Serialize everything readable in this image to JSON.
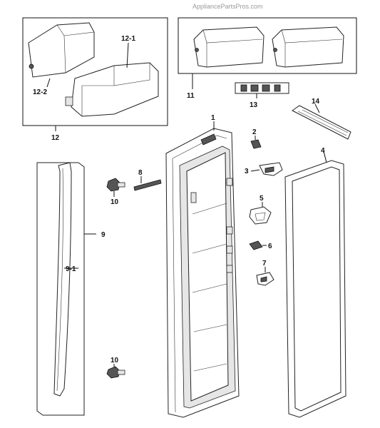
{
  "watermark": "AppliancePartsPros.com",
  "callouts": {
    "p1": "1",
    "p2": "2",
    "p3": "3",
    "p5": "5",
    "p6": "6",
    "p7": "7",
    "p8": "8",
    "p9": "9",
    "p9_1": "9-1",
    "p10_top": "10",
    "p10_bottom": "10",
    "p11": "11",
    "p12": "12",
    "p12_1": "12-1",
    "p12_2": "12-2",
    "p13": "13",
    "p14": "14"
  }
}
